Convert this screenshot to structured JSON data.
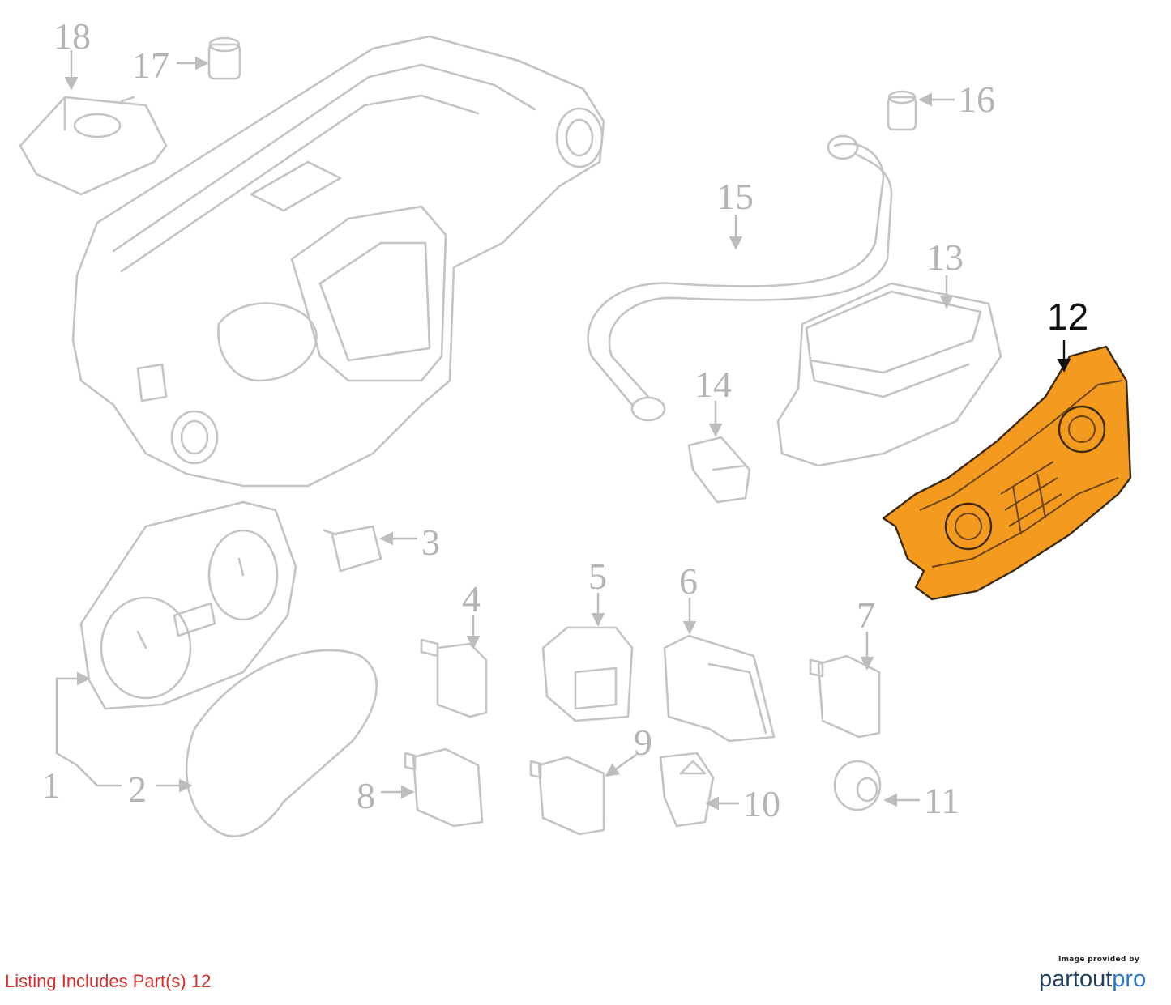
{
  "diagram": {
    "callouts": [
      "1",
      "2",
      "3",
      "4",
      "5",
      "6",
      "7",
      "8",
      "9",
      "10",
      "11",
      "12",
      "13",
      "14",
      "15",
      "16",
      "17",
      "18"
    ],
    "highlighted_part": "12",
    "highlight_color": "#f39a1f",
    "outline_color": "#c4c4c4"
  },
  "footer": {
    "listing_text": "Listing Includes Part(s) 12",
    "listing_color": "#d92e2e",
    "credit_small": "Image provided by",
    "credit_brand_a": "partout",
    "credit_brand_b": "pro"
  }
}
